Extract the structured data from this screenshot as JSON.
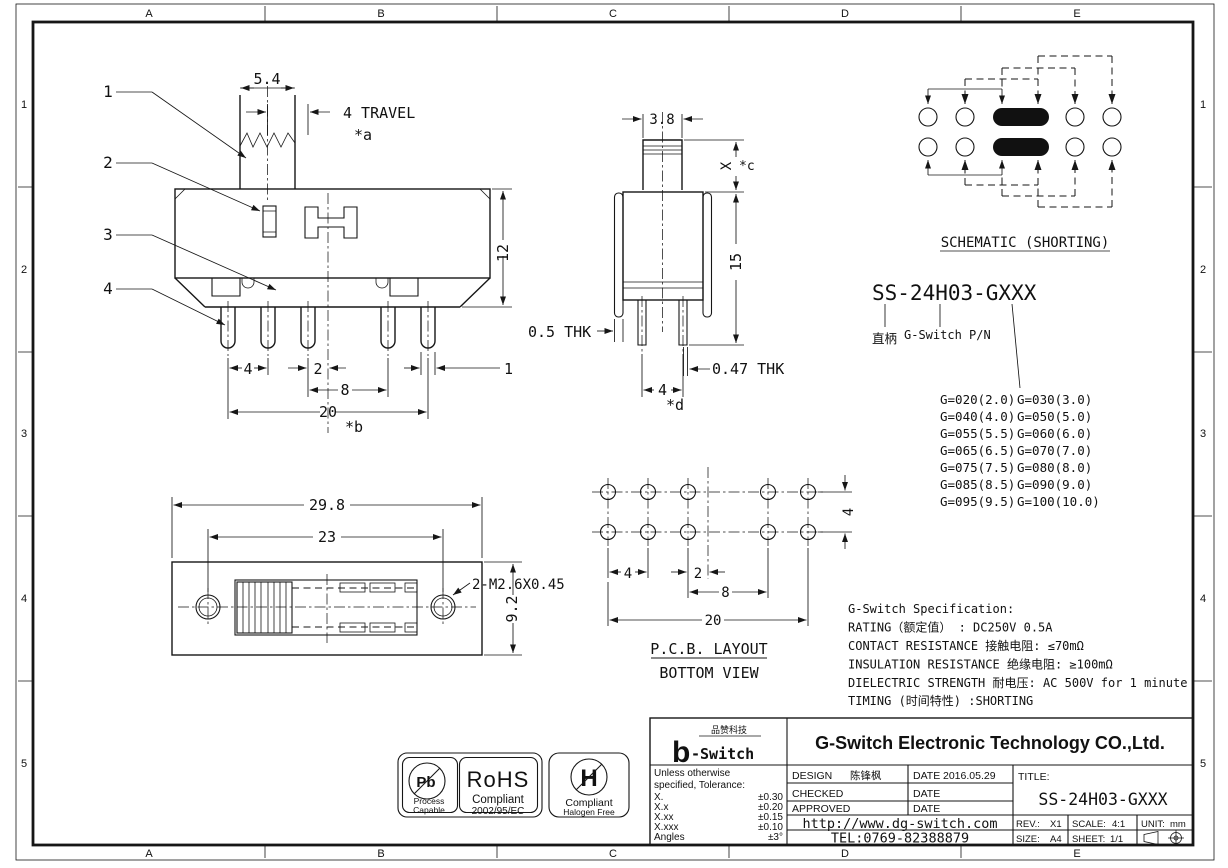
{
  "border": {
    "cols": [
      "A",
      "B",
      "C",
      "D",
      "E"
    ],
    "rows": [
      "1",
      "2",
      "3",
      "4",
      "5"
    ]
  },
  "front_view": {
    "callouts": [
      "1",
      "2",
      "3",
      "4"
    ],
    "dim_knob_width": "5.4",
    "travel_note": "4 TRAVEL",
    "note_a": "*a",
    "dim_body_height": "12",
    "dim_pin_pitch": "4",
    "dim_center_offset": "2",
    "dim_gap": "8",
    "dim_pin_width": "1",
    "dim_span": "20",
    "note_b": "*b"
  },
  "side_view": {
    "dim_knob": "3.8",
    "dim_x": "X",
    "note_c": "*c",
    "dim_height": "15",
    "thk_clip": "0.5 THK",
    "thk_pin": "0.47 THK",
    "dim_pin_pitch": "4",
    "note_d": "*d"
  },
  "schematic": {
    "caption": "SCHEMATIC (SHORTING)"
  },
  "part_number": {
    "code": "SS-24H03-GXXX",
    "handle_note": "直柄",
    "pn_note": "G-Switch P/N",
    "g_values": [
      "G=020(2.0)",
      "G=030(3.0)",
      "G=040(4.0)",
      "G=050(5.0)",
      "G=055(5.5)",
      "G=060(6.0)",
      "G=065(6.5)",
      "G=070(7.0)",
      "G=075(7.5)",
      "G=080(8.0)",
      "G=085(8.5)",
      "G=090(9.0)",
      "G=095(9.5)",
      "G=100(10.0)"
    ]
  },
  "top_view": {
    "dim_outer": "29.8",
    "dim_hole_pitch": "23",
    "screw_note": "2-M2.6X0.45",
    "dim_depth": "9.2"
  },
  "pcb_layout": {
    "caption_line1": "P.C.B. LAYOUT",
    "caption_line2": "BOTTOM VIEW",
    "dim_pitch": "4",
    "dim_center": "2",
    "dim_gap": "8",
    "dim_span": "20",
    "dim_row_pitch": "4"
  },
  "specification": {
    "lines": [
      "G-Switch Specification:",
      "RATING（额定值） : DC250V 0.5A",
      "CONTACT RESISTANCE 接触电阻: ≤70mΩ",
      "INSULATION RESISTANCE 绝缘电阻: ≥100mΩ",
      "DIELECTRIC STRENGTH 耐电压: AC 500V for 1 minute",
      "TIMING   (时间特性) :SHORTING"
    ]
  },
  "badges": {
    "pb": "Pb",
    "process": "Process",
    "capable": "Capable",
    "rohs": "RoHS",
    "compliant": "Compliant",
    "directive": "2002/95/EC",
    "h": "H",
    "hf_compliant": "Compliant",
    "halogen_free": "Halogen Free"
  },
  "title_block": {
    "brand_cn": "品赞科技",
    "brand_b": "b",
    "brand": "-Switch",
    "company": "G-Switch Electronic Technology CO.,Ltd.",
    "tol_l1": "Unless otherwise",
    "tol_l2": "specified, Tolerance:",
    "tol_rows": [
      [
        "X.",
        "±0.30"
      ],
      [
        "X.x",
        "±0.20"
      ],
      [
        "X.xx",
        "±0.15"
      ],
      [
        "X.xxx",
        "±0.10"
      ],
      [
        "Angles",
        "±3°"
      ]
    ],
    "design_label": "DESIGN",
    "designer": "陈锋枫",
    "date_label": "DATE",
    "design_date": "2016.05.29",
    "checked_label": "CHECKED",
    "approved_label": "APPROVED",
    "website": "http://www.dg-switch.com",
    "tel": "TEL:0769-82388879",
    "title_label": "TITLE:",
    "title_value": "SS-24H03-GXXX",
    "rev_label": "REV.:",
    "rev_value": "X1",
    "scale_label": "SCALE:",
    "scale_value": "4:1",
    "unit_label": "UNIT:",
    "unit_value": "mm",
    "size_label": "SIZE:",
    "size_value": "A4",
    "sheet_label": "SHEET:",
    "sheet_value": "1/1"
  }
}
